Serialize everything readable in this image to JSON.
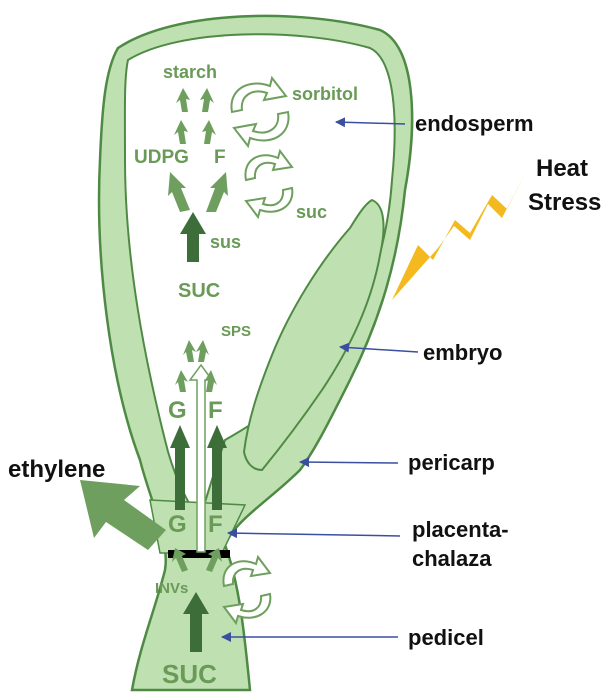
{
  "colors": {
    "tissue_fill": "#bfe0b0",
    "tissue_stroke": "#4f8a45",
    "arrow_green": "#6f9f5e",
    "arrow_dark": "#3d6e3a",
    "pointer_blue": "#3a4fa0",
    "heat_yellow": "#f4b91f",
    "label_text": "#111111"
  },
  "metabolites": {
    "starch": "starch",
    "sorbitol": "sorbitol",
    "udpg": "UDPG",
    "f_top": "F",
    "suc_cycle": "suc",
    "sus": "sus",
    "suc_mid": "SUC",
    "sps": "SPS",
    "g_mid": "G",
    "f_mid": "F",
    "g_low": "G",
    "f_low": "F",
    "invs": "INVs",
    "suc_bottom": "SUC"
  },
  "labels": {
    "endosperm": "endosperm",
    "heat": "Heat",
    "stress": "Stress",
    "embryo": "embryo",
    "ethylene": "ethylene",
    "pericarp": "pericarp",
    "placenta_1": "placenta-",
    "placenta_2": "chalaza",
    "pedicel": "pedicel"
  }
}
